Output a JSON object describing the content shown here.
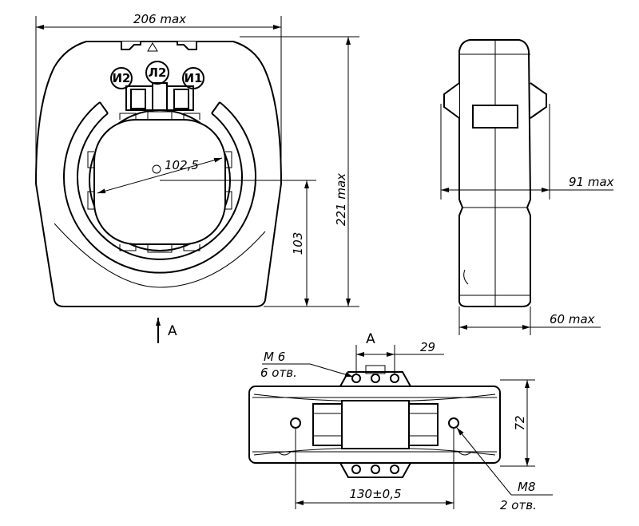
{
  "front_view": {
    "width_dim": "206  max",
    "height_dim": "221 max",
    "offset_dim": "103",
    "diameter_dim": "102,5",
    "terminal_left": "И2",
    "terminal_center": "Л2",
    "terminal_right": "И1",
    "view_arrow_label": "A"
  },
  "side_view": {
    "depth_dim": "91 max",
    "width_dim": "60 max"
  },
  "bottom_view": {
    "view_label": "A",
    "spacing_dim": "29",
    "thread_small_label": "М 6",
    "thread_small_count": "6 отв.",
    "height_dim": "72",
    "hole_spacing_dim": "130±0,5",
    "thread_large_label": "М8",
    "thread_large_count": "2 отв."
  },
  "colors": {
    "line": "#000000",
    "background": "#ffffff"
  },
  "icons": {
    "warning": "warning-triangle-icon"
  }
}
